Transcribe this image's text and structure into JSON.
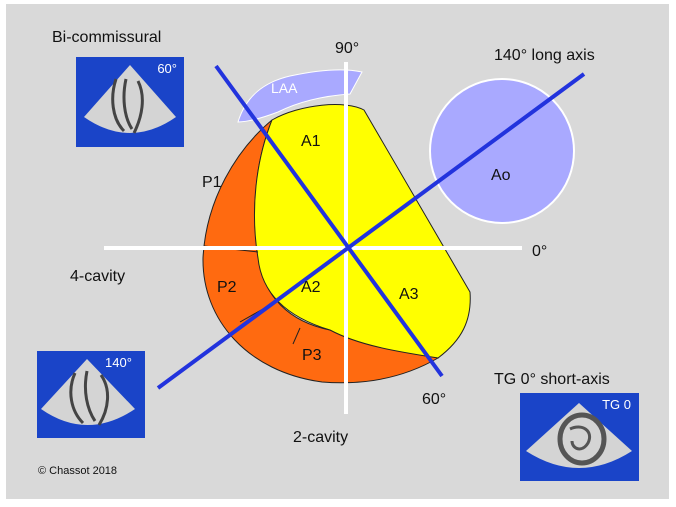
{
  "views": {
    "bicommissural": "Bi-commissural",
    "long_axis": "140° long axis",
    "four_cavity": "4-cavity",
    "two_cavity": "2-cavity",
    "tg_short_axis": "TG 0° short-axis"
  },
  "angles": {
    "a90": "90°",
    "a0": "0°",
    "a60": "60°"
  },
  "structures": {
    "laa": "LAA",
    "ao": "Ao"
  },
  "scallops": {
    "a1": "A1",
    "a2": "A2",
    "a3": "A3",
    "p1": "P1",
    "p2": "P2",
    "p3": "P3"
  },
  "thumbnails": {
    "bicommissural": "60°",
    "long_axis": "140°",
    "tg": "TG 0"
  },
  "credit": "© Chassot 2018",
  "colors": {
    "background": "#d9d9d9",
    "anterior_leaflet": "#ffff00",
    "posterior_leaflet": "#ff6a10",
    "laa_aorta": "#a9a9ff",
    "plane_lines": "#2233dd",
    "thumbnail_bg": "#1a44c8"
  }
}
